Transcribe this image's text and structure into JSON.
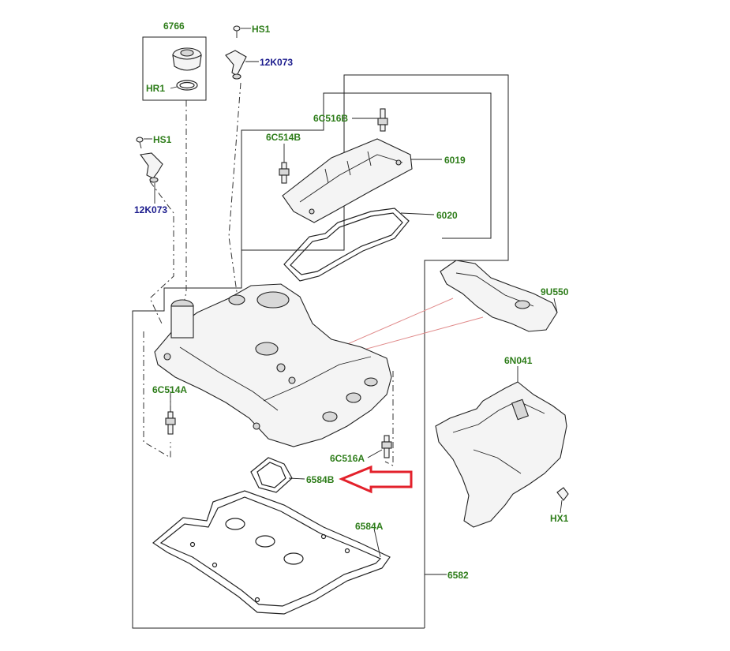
{
  "labels": {
    "l_6766": "6766",
    "l_hr1": "HR1",
    "l_hs1_top": "HS1",
    "l_12k073_top": "12K073",
    "l_hs1_left": "HS1",
    "l_12k073_left": "12K073",
    "l_6c516b": "6C516B",
    "l_6c514b": "6C514B",
    "l_6019": "6019",
    "l_6020": "6020",
    "l_9u550": "9U550",
    "l_6n041": "6N041",
    "l_6c514a": "6C514A",
    "l_6c516a": "6C516A",
    "l_6584b": "6584B",
    "l_6584a": "6584A",
    "l_6582": "6582",
    "l_hx1": "HX1"
  },
  "colors": {
    "part_label": "#2e7d1a",
    "kit_label": "#1a1a8c",
    "highlight_arrow": "#e3212b",
    "callout_line": "#e08a8a"
  },
  "highlight": {
    "part": "6584B",
    "icon": "left-arrow-icon"
  }
}
